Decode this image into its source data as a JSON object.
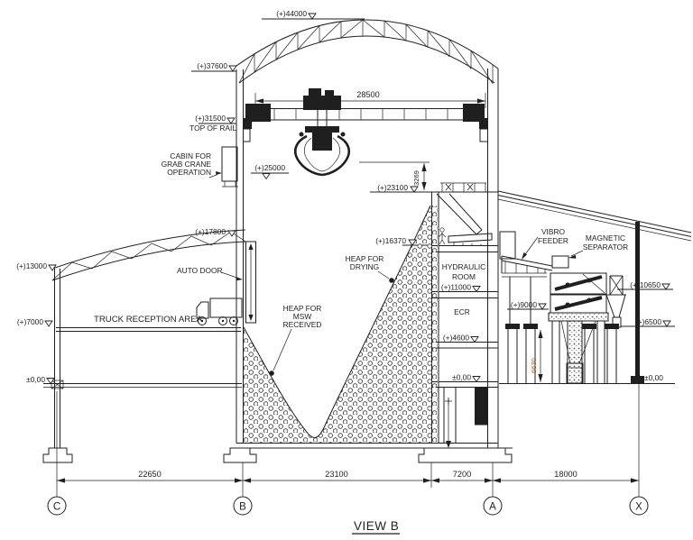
{
  "title": {
    "text": "VIEW B"
  },
  "grid_bubbles": {
    "c": "C",
    "b": "B",
    "a": "A",
    "x": "X"
  },
  "dims": {
    "d28500": "28500",
    "d3269": "3269",
    "d22650": "22650",
    "d23100": "23100",
    "d7200": "7200",
    "d18000": "18000",
    "d6630": "6630"
  },
  "levels": {
    "l44000": "(+)44000",
    "l37600": "(+)37600",
    "l31500": "(+)31500",
    "top_of_rail": "TOP OF RAIL",
    "l25000": "(+)25000",
    "l23100": "(+)23100",
    "l17800": "(+)17800",
    "l16370": "(+)16370",
    "l13000": "(+)13000",
    "l11000": "(+)11000",
    "l10650": "(+)10650",
    "l9000": "(+)9000",
    "l7000": "(+)7000",
    "l6500": "(+)6500",
    "l4600": "(+)4600",
    "zero_left": "±0,00",
    "zero_pit": "±0,00",
    "zero_right": "±0,00"
  },
  "labels": {
    "cabin": [
      "CABIN FOR",
      "GRAB CRANE",
      "OPERATION"
    ],
    "auto_door": "AUTO DOOR",
    "truck_area": "TRUCK RECEPTION AREA",
    "heap_msw": [
      "HEAP FOR",
      "MSW",
      "RECEIVED"
    ],
    "heap_dry": [
      "HEAP FOR",
      "DRYING"
    ],
    "hydraulic": [
      "HYDRAULIC",
      "ROOM"
    ],
    "ecr": "ECR",
    "vibro": [
      "VIBRO",
      "FEEDER"
    ],
    "magnetic": [
      "MAGNETIC",
      "SEPARATOR"
    ]
  },
  "colors": {
    "ink": "#1f1f1f",
    "dim_accent": "#a4621c",
    "paper": "#ffffff"
  }
}
